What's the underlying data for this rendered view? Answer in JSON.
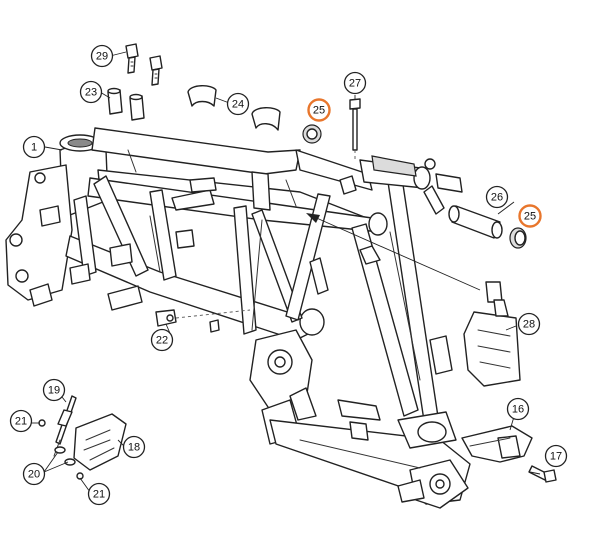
{
  "highlight_color": "#e8762c",
  "callouts": [
    {
      "id": "c1",
      "label": "1",
      "highlight": false
    },
    {
      "id": "c29",
      "label": "29",
      "highlight": false
    },
    {
      "id": "c23",
      "label": "23",
      "highlight": false
    },
    {
      "id": "c24",
      "label": "24",
      "highlight": false
    },
    {
      "id": "c25a",
      "label": "25",
      "highlight": true
    },
    {
      "id": "c27",
      "label": "27",
      "highlight": false
    },
    {
      "id": "c26",
      "label": "26",
      "highlight": false
    },
    {
      "id": "c25b",
      "label": "25",
      "highlight": true
    },
    {
      "id": "c28",
      "label": "28",
      "highlight": false
    },
    {
      "id": "c22",
      "label": "22",
      "highlight": false
    },
    {
      "id": "c19",
      "label": "19",
      "highlight": false
    },
    {
      "id": "c21a",
      "label": "21",
      "highlight": false
    },
    {
      "id": "c18",
      "label": "18",
      "highlight": false
    },
    {
      "id": "c20",
      "label": "20",
      "highlight": false
    },
    {
      "id": "c21b",
      "label": "21",
      "highlight": false
    },
    {
      "id": "c16",
      "label": "16",
      "highlight": false
    },
    {
      "id": "c17",
      "label": "17",
      "highlight": false
    }
  ]
}
